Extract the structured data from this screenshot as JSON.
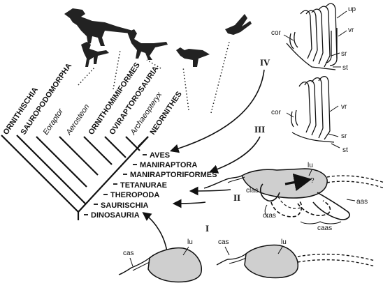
{
  "taxa": {
    "ornithischia": "ORNITHISCHIA",
    "sauropodomorpha": "SAUROPODOMORPHA",
    "eoraptor": "Eoraptor",
    "aerosteon": "Aerosteon",
    "ornithomimiformes": "ORNITHOMIMIFORMES",
    "oviraptorosauria": "OVIRAPTOROSAURIA",
    "archaeopteryx": "Archaeopteryx",
    "neornithes": "NEORNITHES"
  },
  "clades": {
    "aves": "AVES",
    "maniraptora": "MANIRAPTORA",
    "maniraptoriformes": "MANIRAPTORIFORMES",
    "tetanurae": "TETANURAE",
    "theropoda": "THEROPODA",
    "saurischia": "SAURISCHIA",
    "dinosauria": "DINOSAURIA"
  },
  "stages": {
    "i": "I",
    "ii": "II",
    "iii": "III",
    "iv": "IV"
  },
  "labels": {
    "cor_top": "cor",
    "up": "up",
    "vr_top": "vr",
    "sr_top": "sr",
    "st_top": "st",
    "cor_mid": "cor",
    "vr_mid": "vr",
    "sr_mid": "sr",
    "st_mid": "st",
    "lu_ii": "lu",
    "question": "?",
    "clas": "clas",
    "cras": "cras",
    "aas": "aas",
    "caas": "caas",
    "cas_left": "cas",
    "lu_left": "lu",
    "cas_right": "cas",
    "lu_right": "lu"
  }
}
